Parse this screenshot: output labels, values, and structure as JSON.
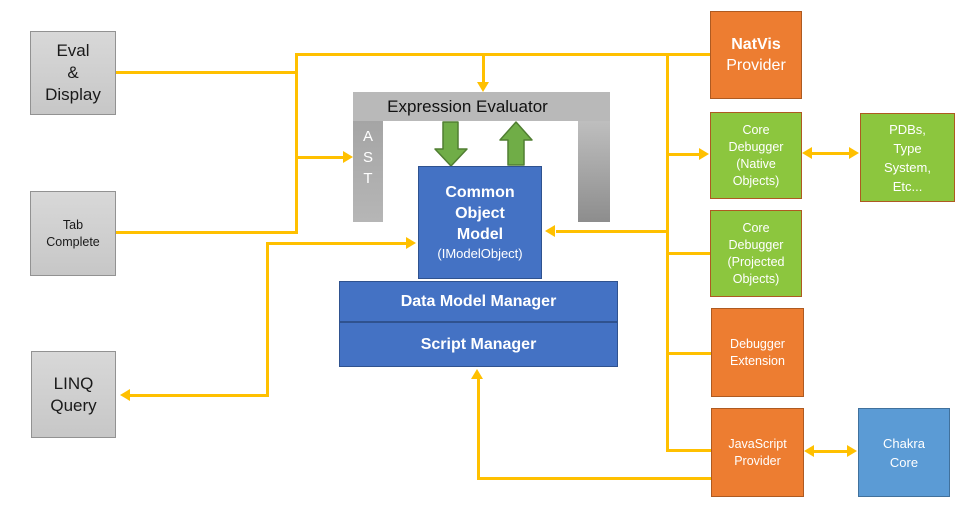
{
  "diagram_title": "Debugger data model architecture diagram",
  "colors": {
    "connector_yellow": "#ffc000",
    "core_blue": "#4472c4",
    "light_blue": "#5b9bd5",
    "orange": "#ed7d31",
    "green": "#8cc63e",
    "green_arrow": "#70ad47",
    "gray_box": "#d0d0d0",
    "gray_pillar": "#a6a6a6"
  },
  "left_boxes": {
    "eval_display": {
      "label": "Eval\n&\nDisplay"
    },
    "tab_complete": {
      "label": "Tab\nComplete"
    },
    "linq_query": {
      "label": "LINQ\nQuery"
    }
  },
  "center": {
    "ast": {
      "label": "A\nS\nT"
    },
    "expression_evaluator": {
      "label": "Expression Evaluator"
    },
    "common_object_model": {
      "title": "Common\nObject\nModel",
      "subtitle": "(IModelObject)"
    },
    "data_model_manager": {
      "label": "Data Model Manager"
    },
    "script_manager": {
      "label": "Script Manager"
    }
  },
  "right_boxes": {
    "natvis_provider": {
      "title": "NatVis",
      "subtitle": "Provider"
    },
    "core_debugger_native": {
      "label": "Core\nDebugger\n(Native\nObjects)"
    },
    "core_debugger_projected": {
      "label": "Core\nDebugger\n(Projected\nObjects)"
    },
    "debugger_extension": {
      "label": "Debugger\nExtension"
    },
    "javascript_provider": {
      "label": "JavaScript\nProvider"
    },
    "pdbs_type_system": {
      "label": "PDBs,\nType\nSystem,\nEtc..."
    },
    "chakra_core": {
      "label": "Chakra\nCore"
    }
  }
}
